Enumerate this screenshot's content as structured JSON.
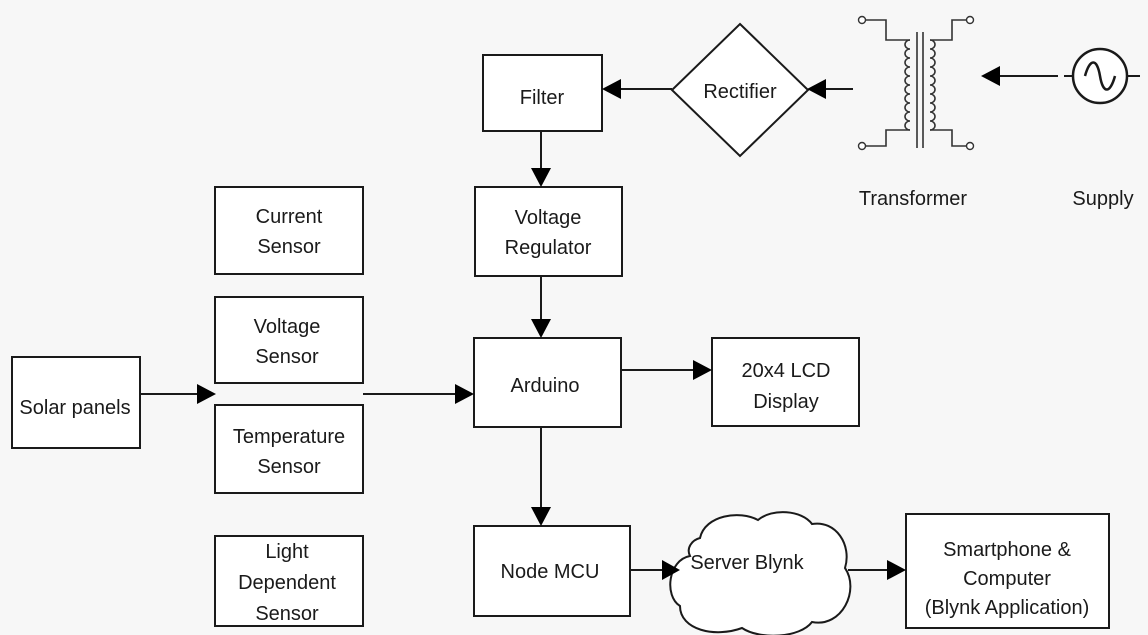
{
  "blocks": {
    "filter": "Filter",
    "rectifier": "Rectifier",
    "transformer": "Transformer",
    "supply": "Supply",
    "voltage_regulator": [
      "Voltage",
      "Regulator"
    ],
    "current_sensor": [
      "Current",
      "Sensor"
    ],
    "voltage_sensor": [
      "Voltage",
      "Sensor"
    ],
    "temperature_sensor": [
      "Temperature",
      "Sensor"
    ],
    "light_sensor": [
      "Light",
      "Dependent",
      "Sensor"
    ],
    "solar_panels": "Solar panels",
    "arduino": "Arduino",
    "lcd_display": [
      "20x4 LCD",
      "Display"
    ],
    "node_mcu": "Node MCU",
    "server_blynk": "Server Blynk",
    "client": [
      "Smartphone &",
      "Computer",
      "(Blynk Application)"
    ]
  },
  "icons": {
    "transformer": "transformer-icon",
    "supply": "ac-sine-wave-icon"
  }
}
